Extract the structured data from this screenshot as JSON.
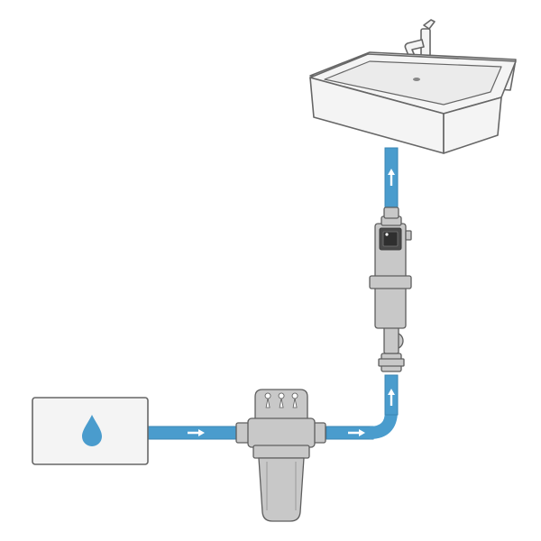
{
  "colors": {
    "pipe": "#4a9ccd",
    "pipe_edge": "#3a86b4",
    "water_drop": "#4a9ccd",
    "outline": "#666666",
    "fixture_fill": "#f4f4f4",
    "unit_fill": "#c8c8c8",
    "unit_dark": "#4a4a4a",
    "arrow": "#ffffff"
  },
  "components": {
    "source": {
      "icon": "water-drop-icon"
    },
    "pre_filter": {
      "icon": "water-filter-housing"
    },
    "uv_unit": {
      "icon": "inline-uv-filter"
    },
    "sink": {
      "icon": "sink-with-faucet"
    }
  },
  "flow": {
    "direction_icon": "arrow-icon",
    "path": [
      "source",
      "pre_filter",
      "uv_unit",
      "sink"
    ]
  }
}
